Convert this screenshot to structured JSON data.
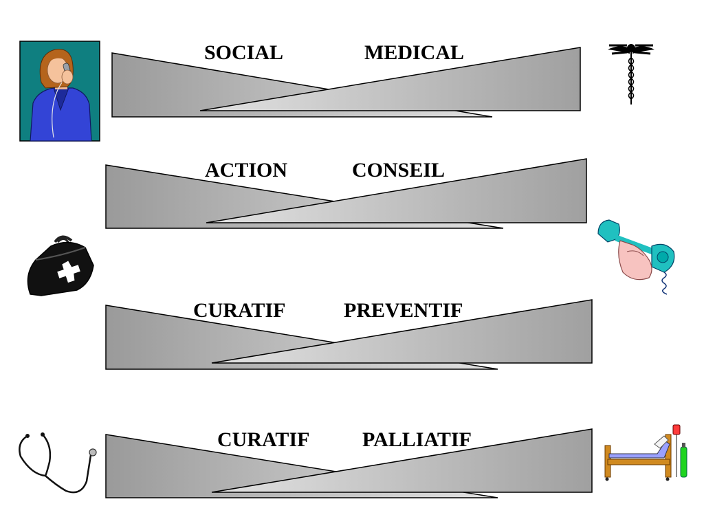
{
  "rows": [
    {
      "left_label": "SOCIAL",
      "right_label": "MEDICAL",
      "left_icon": "woman-on-phone-icon",
      "right_icon": "caduceus-icon"
    },
    {
      "left_label": "ACTION",
      "right_label": "CONSEIL",
      "left_icon": "doctor-bag-icon",
      "right_icon": "telephone-handset-icon"
    },
    {
      "left_label": "CURATIF",
      "right_label": "PREVENTIF",
      "left_icon": "",
      "right_icon": ""
    },
    {
      "left_label": "CURATIF",
      "right_label": "PALLIATIF",
      "left_icon": "stethoscope-icon",
      "right_icon": "hospital-bed-icon"
    }
  ],
  "colors": {
    "wedge_light": "#d9d9d9",
    "wedge_dark": "#9a9a9a",
    "outline": "#000000",
    "icon_panel": "#0f7f80"
  }
}
